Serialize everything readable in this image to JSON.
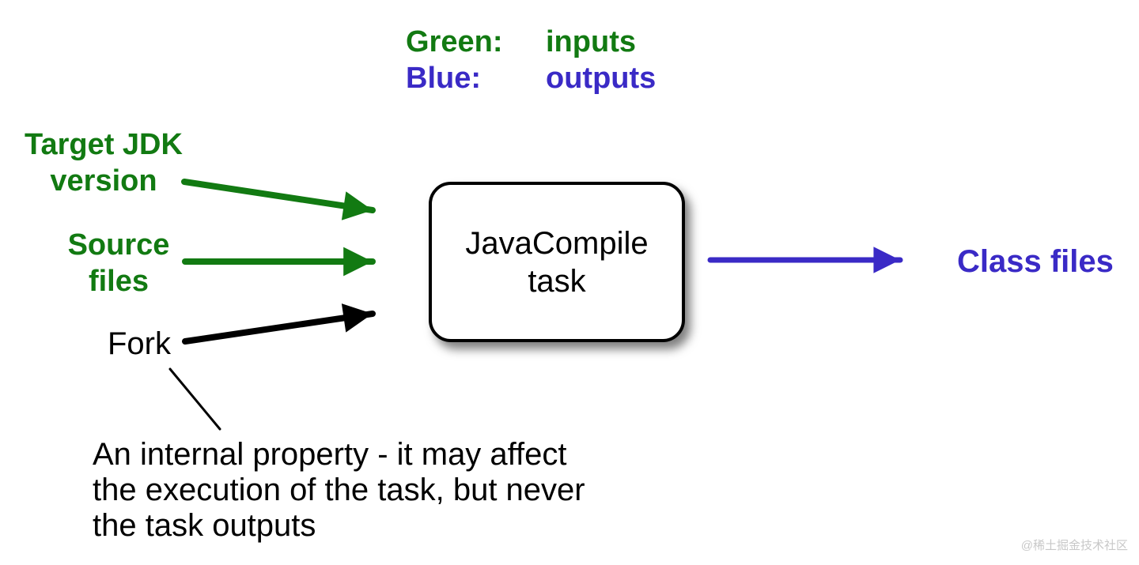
{
  "legend": {
    "rows": [
      {
        "key": "Green:",
        "value": "inputs"
      },
      {
        "key": "Blue:",
        "value": "outputs"
      }
    ]
  },
  "inputs": {
    "target_jdk_label": "Target JDK\nversion",
    "source_files_label": "Source\nfiles",
    "fork_label": "Fork"
  },
  "task_box": {
    "label": "JavaCompile\ntask"
  },
  "outputs": {
    "class_files_label": "Class files"
  },
  "note": {
    "text": "An internal property - it may affect\nthe execution of the task, but never\nthe task outputs"
  },
  "watermark": "@稀土掘金技术社区",
  "colors": {
    "green": "#127a12",
    "blue": "#3a2ac6",
    "ink": "#000000",
    "watermark": "#c8c8c8"
  }
}
